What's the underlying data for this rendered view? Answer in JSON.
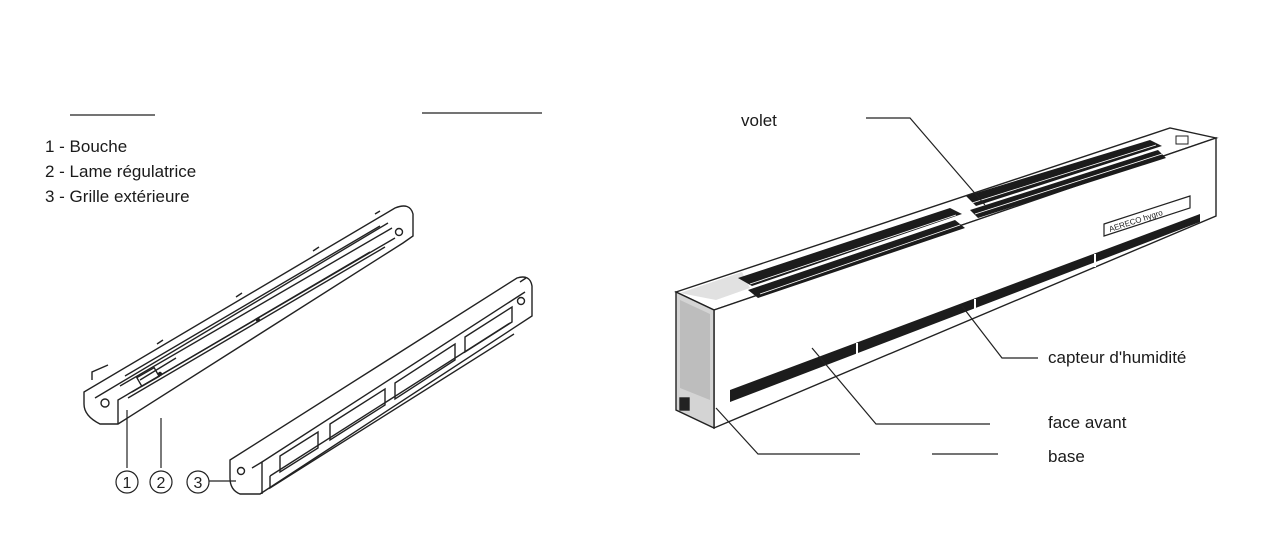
{
  "left_figure": {
    "legend": [
      "1 - Bouche",
      "2 - Lame régulatrice",
      "3 - Grille extérieure"
    ],
    "callout_numbers": [
      "1",
      "2",
      "3"
    ]
  },
  "right_figure": {
    "labels": {
      "volet": "volet",
      "capteur": "capteur d'humidité",
      "face_avant": "face avant",
      "base": "base"
    },
    "brand_plate": "AERECO hygro"
  }
}
